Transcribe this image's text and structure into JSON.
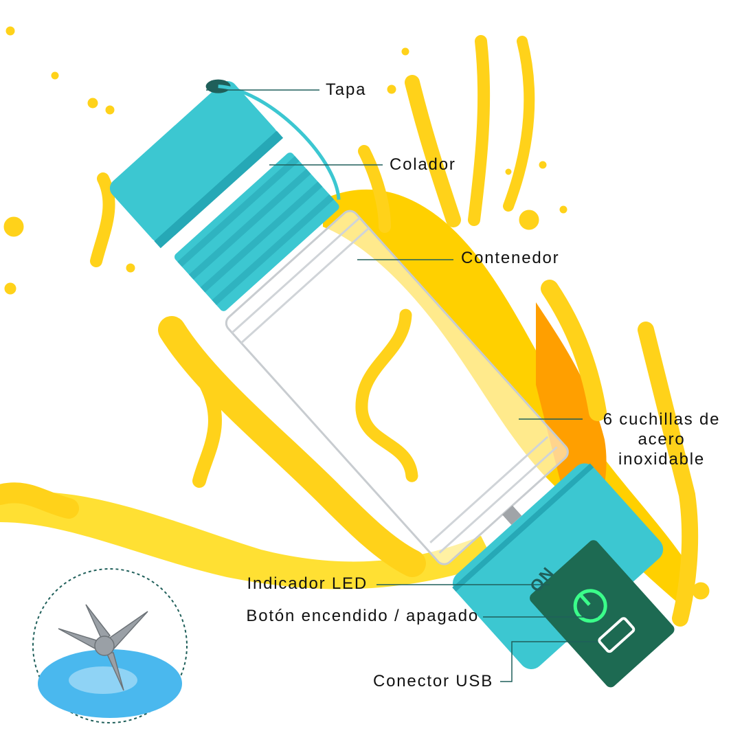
{
  "colors": {
    "juice": "#ffd21a",
    "juice_light": "#fff176",
    "orange": "#ff9f00",
    "teal": "#3cc7d1",
    "teal_dark": "#1fa2b0",
    "leader": "#1f5f5a"
  },
  "labels": {
    "lid": "Tapa",
    "strainer": "Colador",
    "container": "Contenedor",
    "blades_line1": "6 cuchillas de",
    "blades_line2": "acero",
    "blades_line3": "inoxidable",
    "led": "Indicador LED",
    "power": "Botón encendido / apagado",
    "usb": "Conector USB"
  },
  "device": {
    "base_letters": "ON"
  }
}
